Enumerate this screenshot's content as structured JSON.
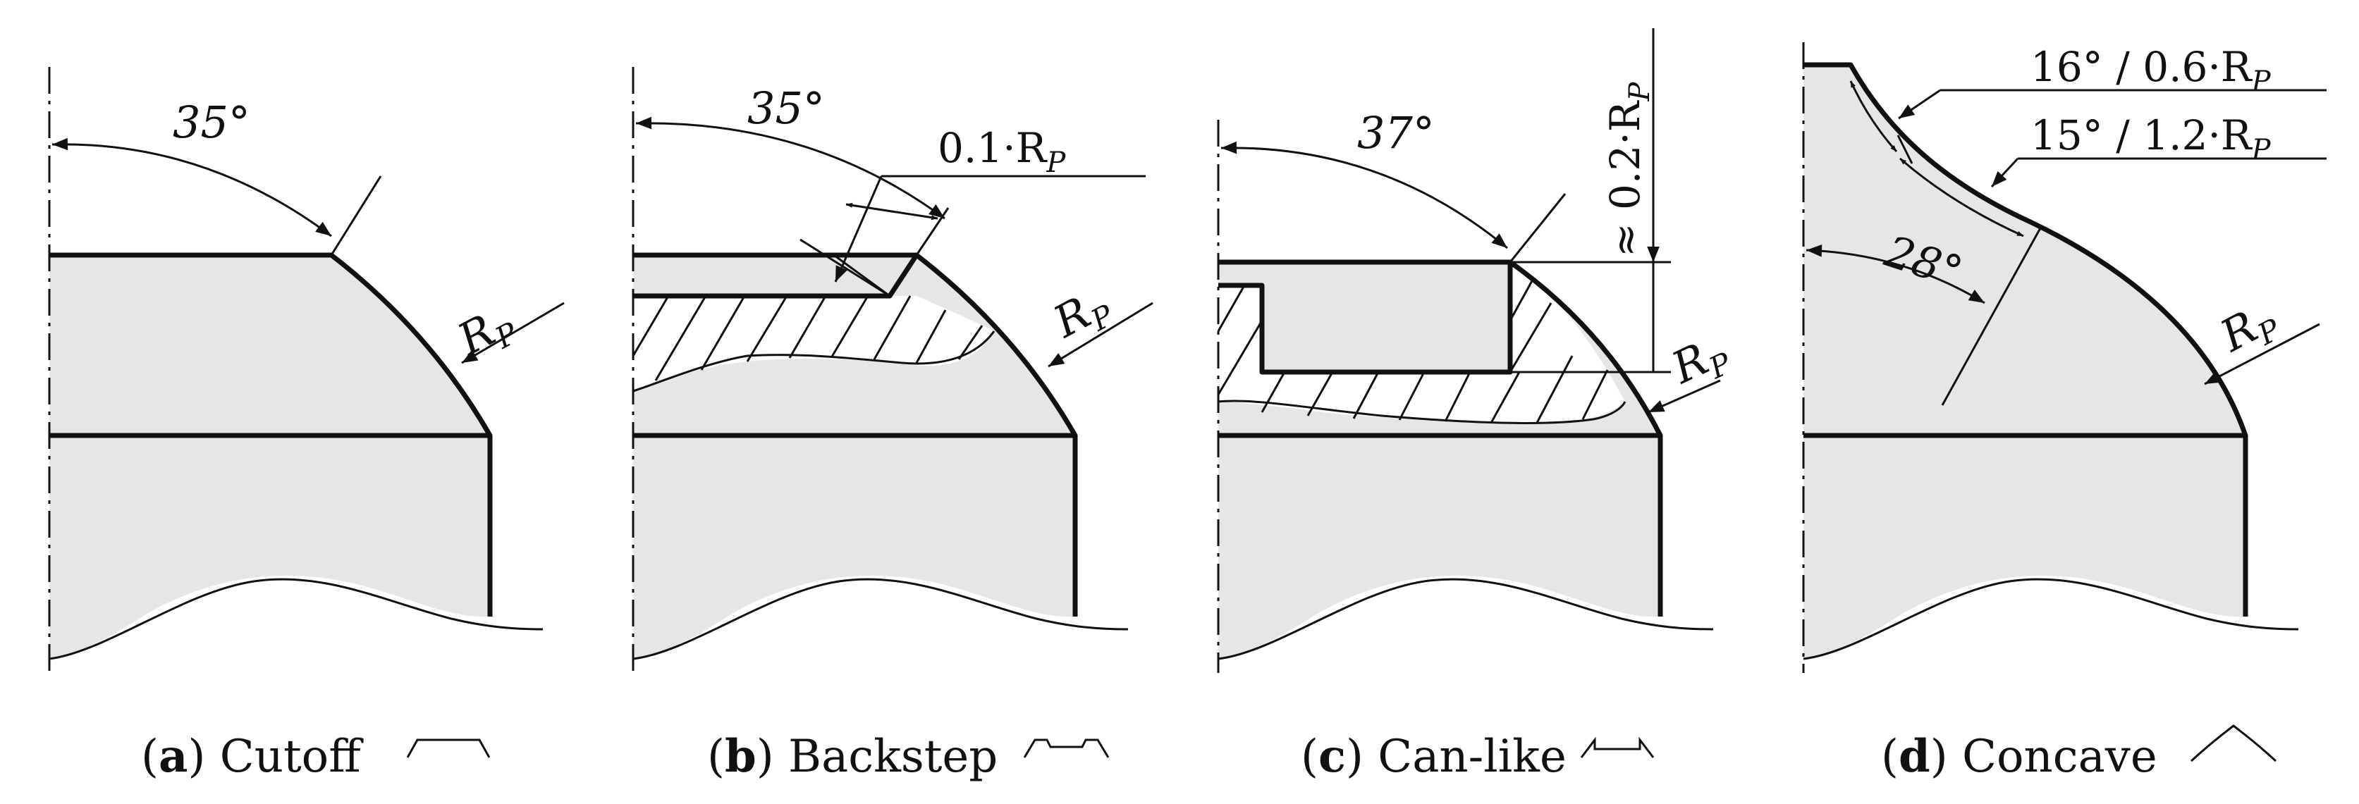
{
  "panels": [
    {
      "id": "a",
      "letter": "a",
      "name": "Cutoff",
      "angle": "35°"
    },
    {
      "id": "b",
      "letter": "b",
      "name": "Backstep",
      "angle": "35°",
      "step_label": "0.1·R",
      "step_sub": "P"
    },
    {
      "id": "c",
      "letter": "c",
      "name": "Can-like",
      "angle": "37°",
      "depth_label": "≈ 0.2·R",
      "depth_sub": "P"
    },
    {
      "id": "d",
      "letter": "d",
      "name": "Concave",
      "angle": "28°",
      "upper_label": "16° / 0.6·R",
      "upper_sub": "P",
      "lower_label": "15° / 1.2·R",
      "lower_sub": "P"
    }
  ],
  "radius_label": "R",
  "radius_sub": "P"
}
